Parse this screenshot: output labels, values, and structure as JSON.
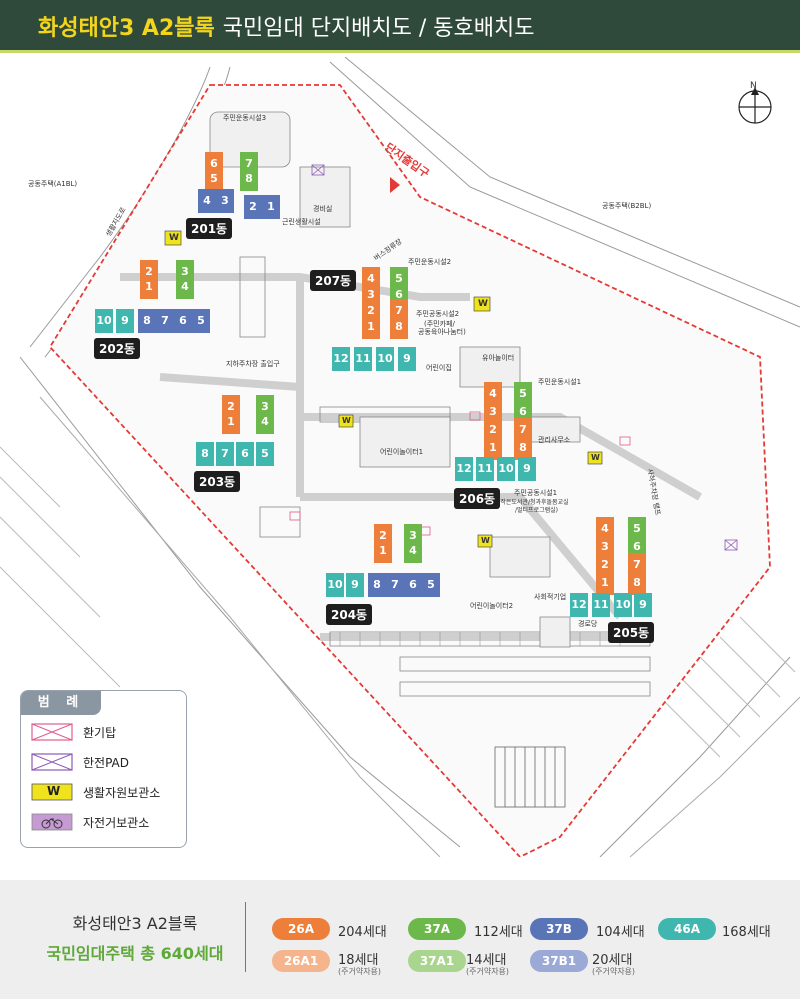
{
  "header": {
    "title_strong": "화성태안3 A2블록",
    "title_rest": "국민임대 단지배치도 / 동호배치도"
  },
  "colors": {
    "header_bg": "#2f4a3a",
    "title_accent": "#f3d51c",
    "type_26A": "#ee7f3b",
    "type_26A1": "#f6b48d",
    "type_37A": "#6db84b",
    "type_37A1": "#a9d58f",
    "type_37B": "#5a74b8",
    "type_37B1": "#9aa9d6",
    "type_46A": "#3fb7ae",
    "site_boundary": "#e53935"
  },
  "map": {
    "compass": "N",
    "entrance_label": "단지출입구",
    "neighbors": [
      "공동주택(A1BL)",
      "공동주택(B2BL)"
    ],
    "road_label_left": "생활지도로",
    "road_label_right": "사하주차장 램프",
    "facilities": [
      {
        "id": "f1",
        "text": "주민운동시설3"
      },
      {
        "id": "f2",
        "text": "경비실"
      },
      {
        "id": "f3",
        "text": "근린생활시설"
      },
      {
        "id": "f4",
        "text": "버스정류장"
      },
      {
        "id": "f5",
        "text": "주민운동시설2"
      },
      {
        "id": "f6",
        "text": "주민공동시설2"
      },
      {
        "id": "f7",
        "text": "(주민카페/"
      },
      {
        "id": "f8",
        "text": "공동육아나눔터)"
      },
      {
        "id": "f9",
        "text": "유아놀이터"
      },
      {
        "id": "f10",
        "text": "어린이집"
      },
      {
        "id": "f11",
        "text": "지하주차장 출입구"
      },
      {
        "id": "f12",
        "text": "주민운동시설1"
      },
      {
        "id": "f13",
        "text": "관리사무소"
      },
      {
        "id": "f14",
        "text": "어린이놀이터1"
      },
      {
        "id": "f15",
        "text": "주민공동시설1"
      },
      {
        "id": "f16",
        "text": "(작은도서관/청과후돌봄교실"
      },
      {
        "id": "f17",
        "text": "/멀티프로그램실)"
      },
      {
        "id": "f18",
        "text": "어린이놀이터2"
      },
      {
        "id": "f19",
        "text": "사회적기업"
      },
      {
        "id": "f20",
        "text": "경로당"
      }
    ],
    "buildings": [
      {
        "id": "b201",
        "label": "201동"
      },
      {
        "id": "b202",
        "label": "202동"
      },
      {
        "id": "b203",
        "label": "203동"
      },
      {
        "id": "b204",
        "label": "204동"
      },
      {
        "id": "b205",
        "label": "205동"
      },
      {
        "id": "b206",
        "label": "206동"
      },
      {
        "id": "b207",
        "label": "207동"
      }
    ],
    "w_mark": "W"
  },
  "legend": {
    "title": "범 례",
    "items": [
      {
        "label": "환기탑",
        "color": "#e25c8e"
      },
      {
        "label": "한전PAD",
        "color": "#8e5bb5"
      },
      {
        "label": "생활자원보관소",
        "color": "#efe31e",
        "symbol": "W"
      },
      {
        "label": "자전거보관소",
        "color": "#c69bd3"
      }
    ]
  },
  "footer": {
    "line1": "화성태안3 A2블록",
    "line2": "국민임대주택 총 640세대",
    "types": [
      {
        "code": "26A",
        "count": "204세대",
        "note": "",
        "color": "#ee7f3b"
      },
      {
        "code": "37A",
        "count": "112세대",
        "note": "",
        "color": "#6db84b"
      },
      {
        "code": "37B",
        "count": "104세대",
        "note": "",
        "color": "#5a74b8"
      },
      {
        "code": "46A",
        "count": "168세대",
        "note": "",
        "color": "#3fb7ae"
      },
      {
        "code": "26A1",
        "count": "18세대",
        "note": "(주거약자용)",
        "color": "#f6b48d"
      },
      {
        "code": "37A1",
        "count": "14세대",
        "note": "(주거약자용)",
        "color": "#a9d58f"
      },
      {
        "code": "37B1",
        "count": "20세대",
        "note": "(주거약자용)",
        "color": "#9aa9d6"
      }
    ]
  }
}
